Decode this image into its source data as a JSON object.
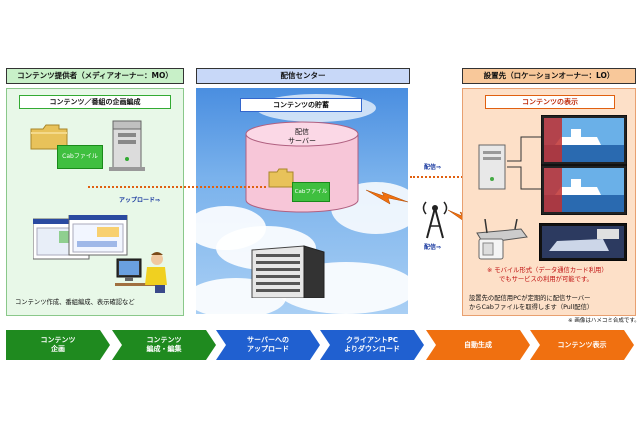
{
  "headers": {
    "mo": "コンテンツ提供者（メディアオーナー：MO）",
    "center": "配信センター",
    "lo": "設置先（ロケーションオーナー：LO）"
  },
  "mo_panel": {
    "subheader": "コンテンツ／番組の企画編成",
    "cab_label": "Cabファイル",
    "upload_label": "アップロード⇒",
    "caption": "コンテンツ作成、番組編成、表示確認など"
  },
  "center_panel": {
    "subheader": "コンテンツの貯蓄",
    "server_label": "配信\nサーバー",
    "cab_label": "Cabファイル"
  },
  "middle": {
    "haishin_top": "配信⇒",
    "haishin_bottom": "配信⇒"
  },
  "lo_panel": {
    "subheader": "コンテンツの表示",
    "mobile_note_1": "※ モバイル形式（データ通信カード利用）",
    "mobile_note_2": "でもサービスの利用が可能です。",
    "pull_note_1": "設置先の配信用PCが定期的に配信サーバー",
    "pull_note_2": "からCabファイルを取得します（Pull配信）",
    "image_note": "※ 画像はハメコミ合成です。"
  },
  "flow": [
    {
      "line1": "コンテンツ",
      "line2": "企画",
      "color": "#1f8a1f"
    },
    {
      "line1": "コンテンツ",
      "line2": "編成・編集",
      "color": "#1f8a1f"
    },
    {
      "line1": "サーバーへの",
      "line2": "アップロード",
      "color": "#2060d0"
    },
    {
      "line1": "クライアントPC",
      "line2": "よりダウンロード",
      "color": "#2060d0"
    },
    {
      "line1": "自動生成",
      "line2": "",
      "color": "#f07010"
    },
    {
      "line1": "コンテンツ表示",
      "line2": "",
      "color": "#f07010"
    }
  ],
  "colors": {
    "mo_header": "#c8f0c8",
    "center_header": "#c8d8f8",
    "lo_header": "#f8c89a",
    "mo_panel": "#e8f8e8",
    "lo_panel": "#fde0c8",
    "accent_orange": "#e06010"
  }
}
